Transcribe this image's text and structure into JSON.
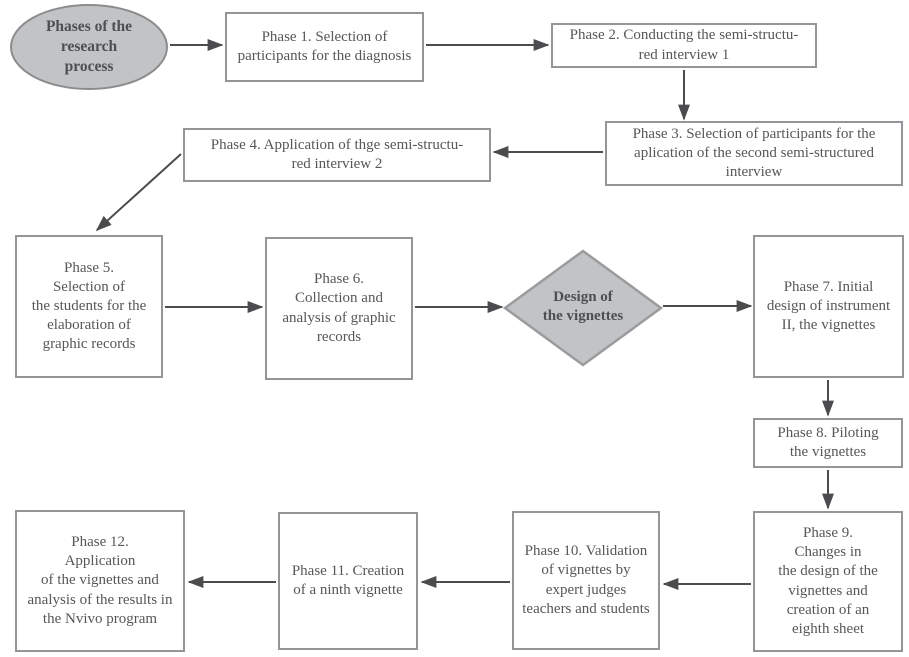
{
  "diagram": {
    "type": "flowchart",
    "colors": {
      "background": "#ffffff",
      "box_border": "#939598",
      "box_fill": "#ffffff",
      "shape_fill": "#c2c3c5",
      "shape_border": "#8a8c8e",
      "text": "#56575a",
      "arrow": "#4c4c4e"
    },
    "nodes": {
      "start": {
        "shape": "ellipse",
        "label": "Phases of the\nresearch\nprocess"
      },
      "phase1": {
        "shape": "box",
        "label": "Phase 1. Selection of\nparticipants for the diagnosis"
      },
      "phase2": {
        "shape": "box",
        "label": "Phase 2. Conducting the semi-structu-\nred interview 1"
      },
      "phase3": {
        "shape": "box",
        "label": "Phase 3. Selection of participants for the\naplication of the second semi-structured\ninterview"
      },
      "phase4": {
        "shape": "box",
        "label": "Phase 4. Application of thge semi-structu-\nred interview 2"
      },
      "phase5": {
        "shape": "box",
        "label": "Phase 5.\nSelection of\nthe students for the\nelaboration of\ngraphic records"
      },
      "phase6": {
        "shape": "box",
        "label": "Phase 6.\nCollection and\nanalysis of graphic\nrecords"
      },
      "design": {
        "shape": "diamond",
        "label": "Design of\nthe vignettes"
      },
      "phase7": {
        "shape": "box",
        "label": "Phase 7. Initial\ndesign of instrument\nII, the vignettes"
      },
      "phase8": {
        "shape": "box",
        "label": "Phase 8. Piloting\nthe vignettes"
      },
      "phase9": {
        "shape": "box",
        "label": "Phase 9.\nChanges in\nthe design of the\nvignettes and\ncreation of an\neighth sheet"
      },
      "phase10": {
        "shape": "box",
        "label": "Phase 10. Validation\nof vignettes by\nexpert judges\nteachers and students"
      },
      "phase11": {
        "shape": "box",
        "label": "Phase 11. Creation\nof a ninth vignette"
      },
      "phase12": {
        "shape": "box",
        "label": "Phase 12.\nApplication\nof the vignettes and\nanalysis of the results in\nthe Nvivo program"
      }
    },
    "edges": [
      {
        "from": "start",
        "to": "phase1"
      },
      {
        "from": "phase1",
        "to": "phase2"
      },
      {
        "from": "phase2",
        "to": "phase3"
      },
      {
        "from": "phase3",
        "to": "phase4"
      },
      {
        "from": "phase4",
        "to": "phase5"
      },
      {
        "from": "phase5",
        "to": "phase6"
      },
      {
        "from": "phase6",
        "to": "design"
      },
      {
        "from": "design",
        "to": "phase7"
      },
      {
        "from": "phase7",
        "to": "phase8"
      },
      {
        "from": "phase8",
        "to": "phase9"
      },
      {
        "from": "phase9",
        "to": "phase10"
      },
      {
        "from": "phase10",
        "to": "phase11"
      },
      {
        "from": "phase11",
        "to": "phase12"
      }
    ]
  }
}
